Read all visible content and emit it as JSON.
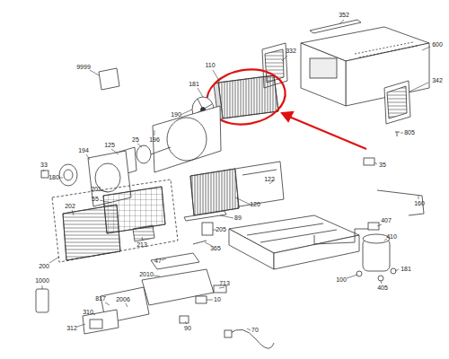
{
  "diagram": {
    "labels": [
      "352",
      "600",
      "9999",
      "332",
      "110",
      "181",
      "342",
      "190",
      "196",
      "805",
      "125",
      "25",
      "35",
      "194",
      "33",
      "180",
      "160",
      "122",
      "201",
      "55",
      "120",
      "89",
      "202",
      "205",
      "213",
      "365",
      "407",
      "410",
      "181",
      "200",
      "47",
      "2010",
      "100",
      "405",
      "1000",
      "817",
      "2006",
      "713",
      "310",
      "10",
      "312",
      "90",
      "70"
    ]
  }
}
